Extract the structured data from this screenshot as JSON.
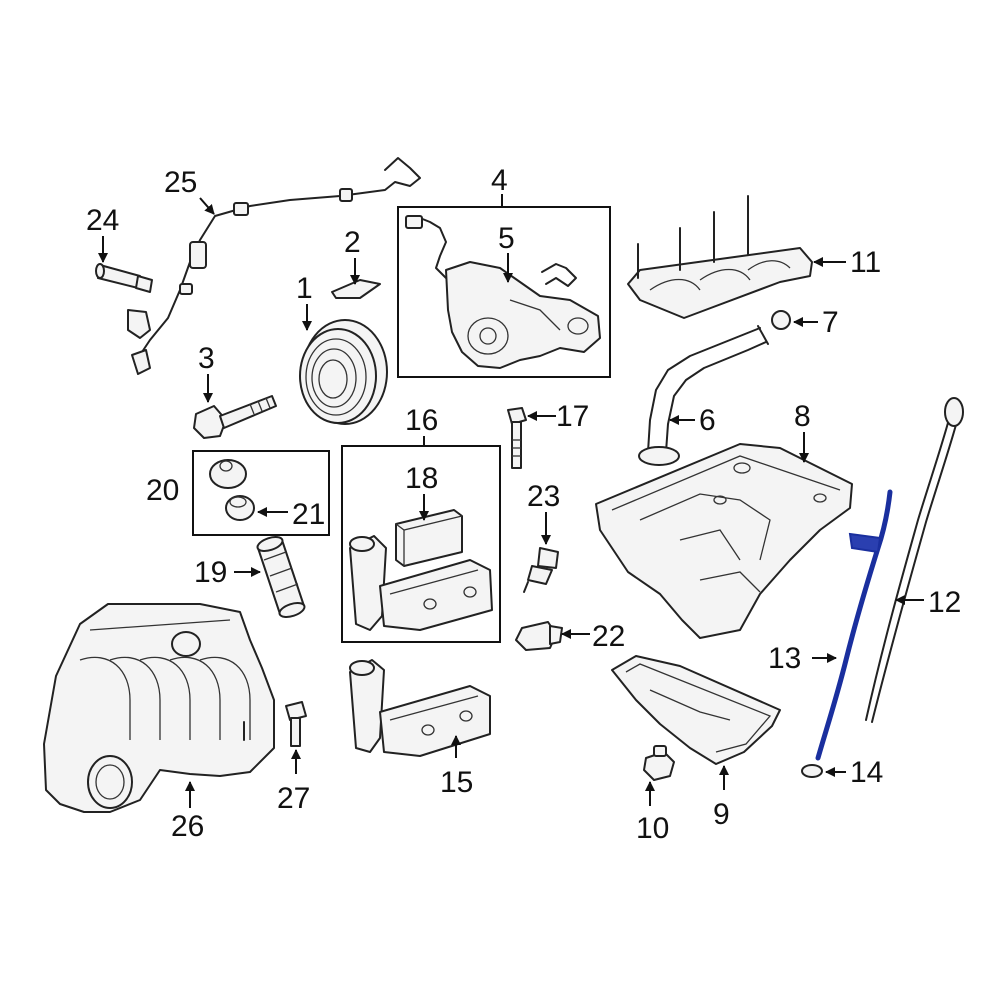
{
  "diagram": {
    "highlight_color": "#1a2f9e",
    "line_color": "#222222",
    "callouts": {
      "c1": "1",
      "c2": "2",
      "c3": "3",
      "c4": "4",
      "c5": "5",
      "c6": "6",
      "c7": "7",
      "c8": "8",
      "c9": "9",
      "c10": "10",
      "c11": "11",
      "c12": "12",
      "c13": "13",
      "c14": "14",
      "c15": "15",
      "c16": "16",
      "c17": "17",
      "c18": "18",
      "c19": "19",
      "c20": "20",
      "c21": "21",
      "c22": "22",
      "c23": "23",
      "c24": "24",
      "c25": "25",
      "c26": "26",
      "c27": "27"
    }
  }
}
